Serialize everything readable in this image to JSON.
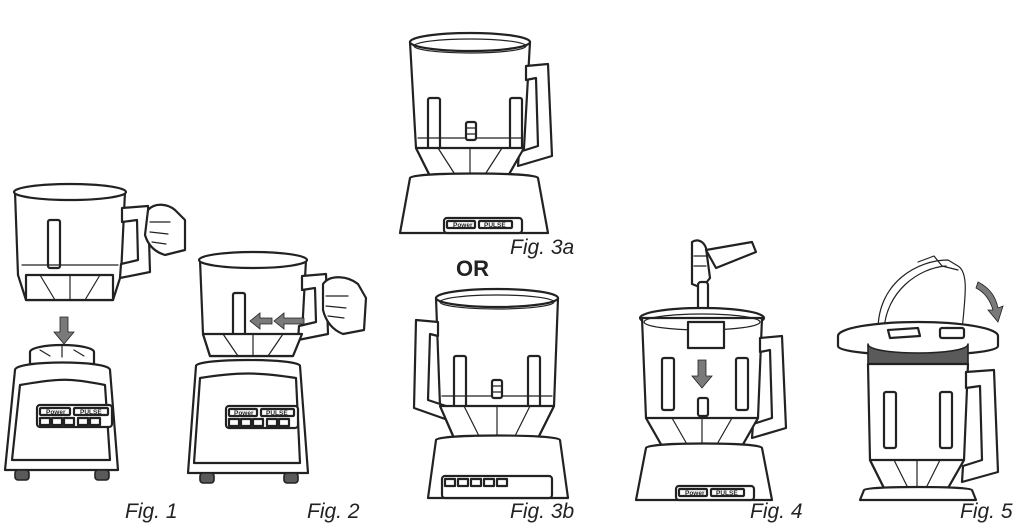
{
  "figures": [
    {
      "id": "fig1",
      "label": "Fig. 1"
    },
    {
      "id": "fig2",
      "label": "Fig. 2"
    },
    {
      "id": "fig3a",
      "label": "Fig. 3a"
    },
    {
      "id": "fig3b",
      "label": "Fig. 3b"
    },
    {
      "id": "fig4",
      "label": "Fig. 4"
    },
    {
      "id": "fig5",
      "label": "Fig. 5"
    }
  ],
  "or_text": "OR",
  "panel": {
    "power": "Power",
    "pulse": "PULSE"
  }
}
